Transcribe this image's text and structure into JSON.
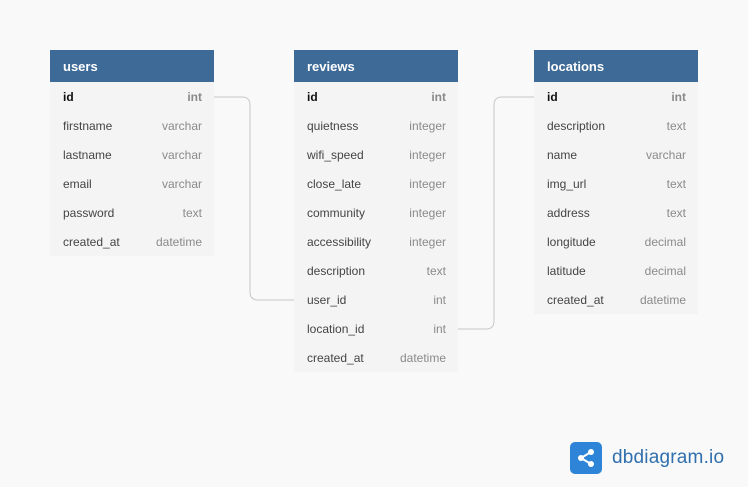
{
  "tables": [
    {
      "name": "users",
      "fields": [
        {
          "name": "id",
          "type": "int",
          "pk": true
        },
        {
          "name": "firstname",
          "type": "varchar"
        },
        {
          "name": "lastname",
          "type": "varchar"
        },
        {
          "name": "email",
          "type": "varchar"
        },
        {
          "name": "password",
          "type": "text"
        },
        {
          "name": "created_at",
          "type": "datetime"
        }
      ]
    },
    {
      "name": "reviews",
      "fields": [
        {
          "name": "id",
          "type": "int",
          "pk": true
        },
        {
          "name": "quietness",
          "type": "integer"
        },
        {
          "name": "wifi_speed",
          "type": "integer"
        },
        {
          "name": "close_late",
          "type": "integer"
        },
        {
          "name": "community",
          "type": "integer"
        },
        {
          "name": "accessibility",
          "type": "integer"
        },
        {
          "name": "description",
          "type": "text"
        },
        {
          "name": "user_id",
          "type": "int"
        },
        {
          "name": "location_id",
          "type": "int"
        },
        {
          "name": "created_at",
          "type": "datetime"
        }
      ]
    },
    {
      "name": "locations",
      "fields": [
        {
          "name": "id",
          "type": "int",
          "pk": true
        },
        {
          "name": "description",
          "type": "text"
        },
        {
          "name": "name",
          "type": "varchar"
        },
        {
          "name": "img_url",
          "type": "text"
        },
        {
          "name": "address",
          "type": "text"
        },
        {
          "name": "longitude",
          "type": "decimal"
        },
        {
          "name": "latitude",
          "type": "decimal"
        },
        {
          "name": "created_at",
          "type": "datetime"
        }
      ]
    }
  ],
  "relationships": [
    {
      "from": "users.id",
      "to": "reviews.user_id"
    },
    {
      "from": "locations.id",
      "to": "reviews.location_id"
    }
  ],
  "colors": {
    "header": "#3d6a97",
    "connector": "#c8c8c8",
    "brand": "#2e84d6"
  },
  "brand": {
    "text": "dbdiagram.io",
    "icon": "share-nodes-icon"
  }
}
